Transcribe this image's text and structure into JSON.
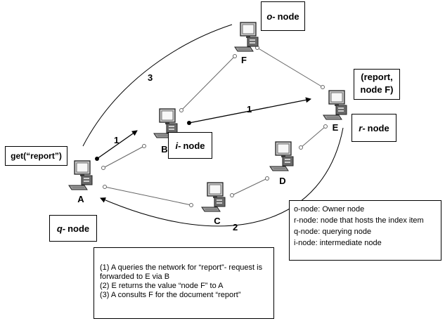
{
  "nodes": {
    "A": {
      "id": "A",
      "role_letter": "q-",
      "role_word": "node"
    },
    "B": {
      "id": "B",
      "role_letter": "i-",
      "role_word": "node"
    },
    "C": {
      "id": "C"
    },
    "D": {
      "id": "D"
    },
    "E": {
      "id": "E",
      "role_letter": "r-",
      "role_word": "node"
    },
    "F": {
      "id": "F",
      "role_letter": "o-",
      "role_word": "node"
    }
  },
  "query_box": "get(“report”)",
  "index_item": {
    "line1": "(report,",
    "line2": "node F)"
  },
  "message_labels": {
    "ab": "1",
    "be": "1",
    "ea": "2",
    "af": "3"
  },
  "legend": [
    "o-node: Owner node",
    "r-node: node that hosts the index item",
    "q-node: querying node",
    "i-node: intermediate node"
  ],
  "steps": [
    "(1) A queries the network for “report”- request is",
    "forwarded to  E via B",
    "(2) E returns the value “node F” to A",
    "(3) A consults F for the document “report”"
  ]
}
